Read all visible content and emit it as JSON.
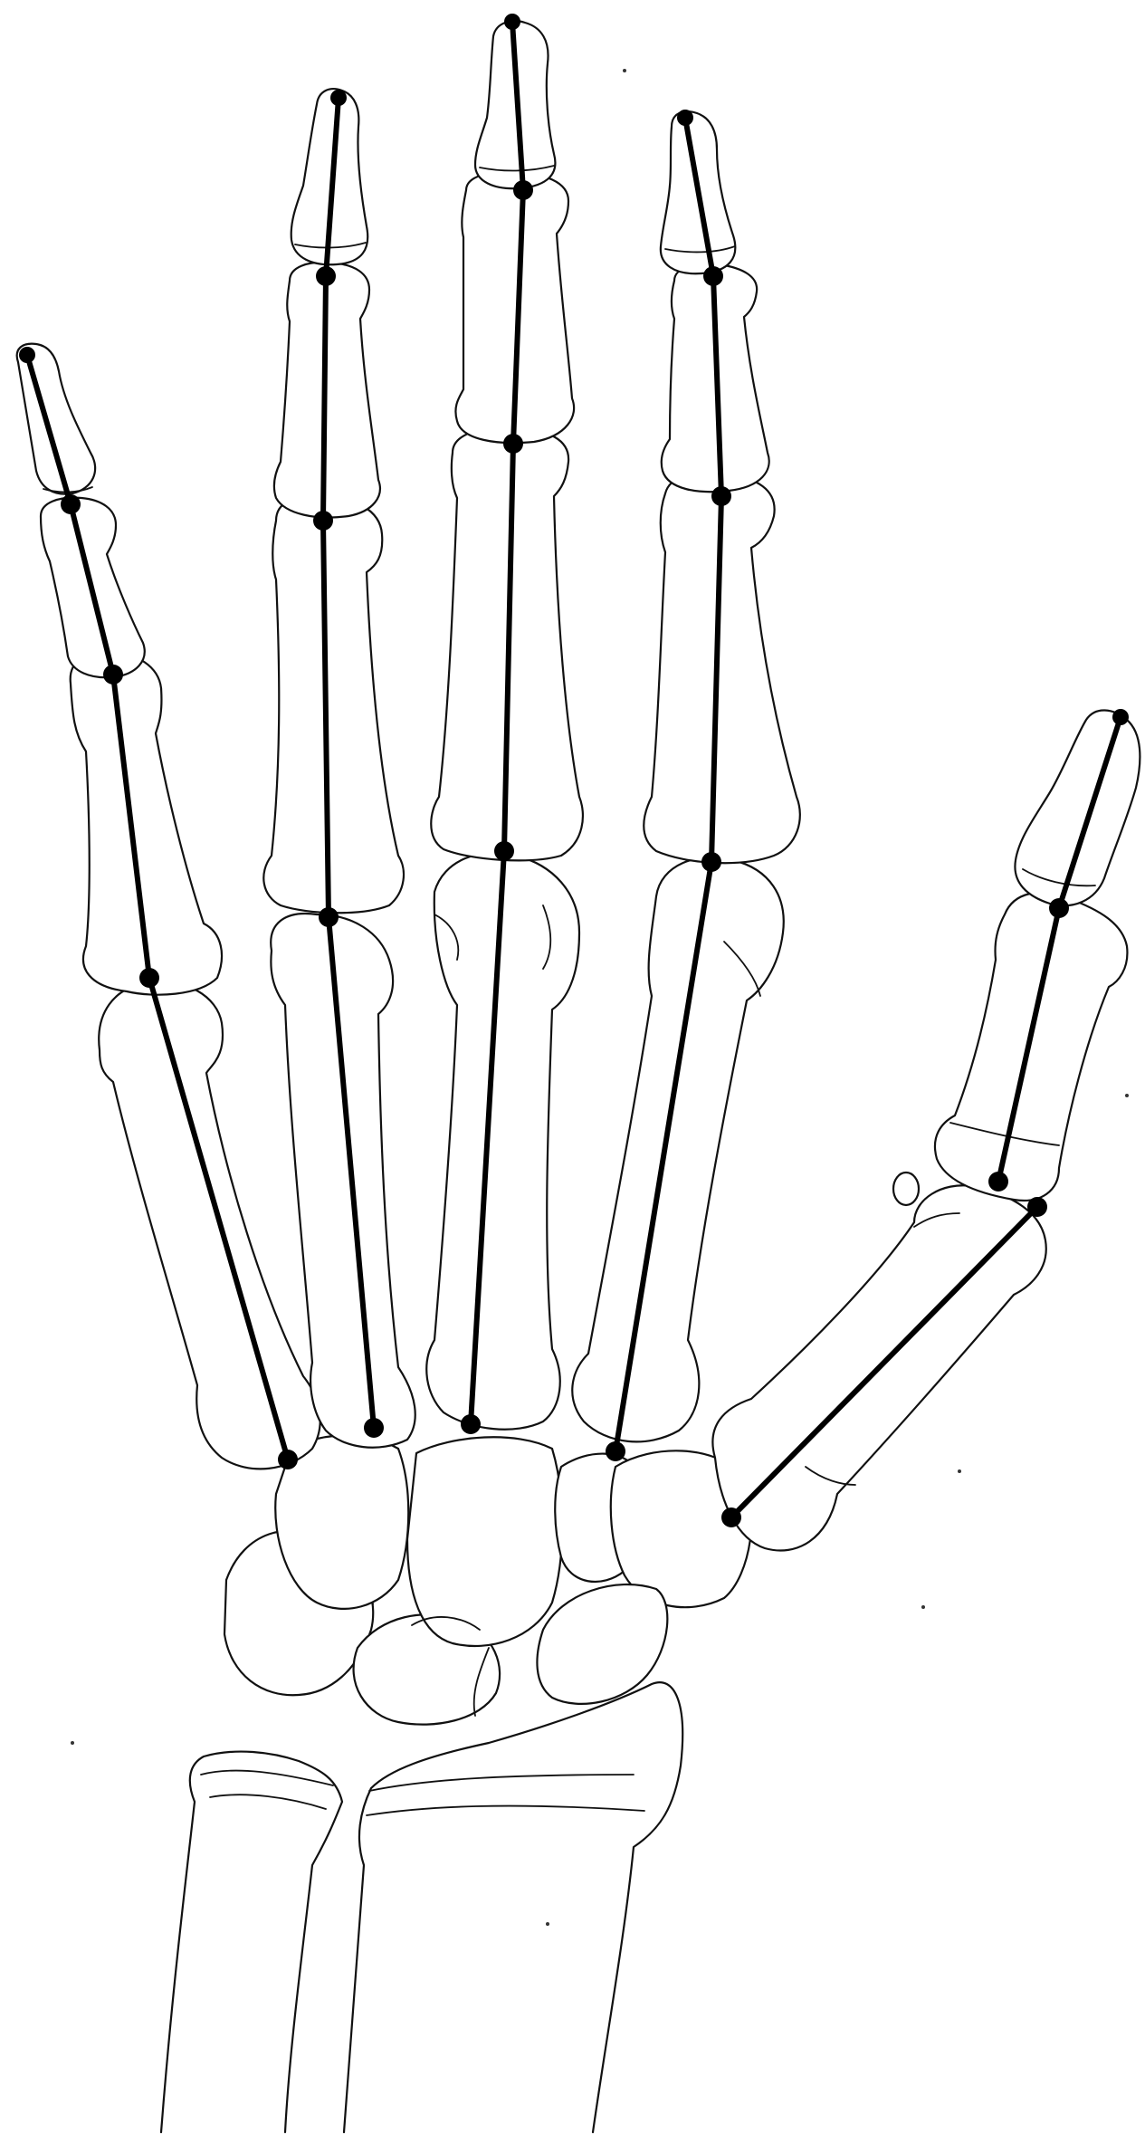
{
  "figure": {
    "description_visible_text": "",
    "line_color": "#111111",
    "axis_color": "#000000",
    "background": "#ffffff"
  },
  "rays": [
    {
      "name": "little-finger",
      "joints": [
        "fingertip",
        "dip",
        "pip",
        "mcp",
        "cmc"
      ]
    },
    {
      "name": "ring-finger",
      "joints": [
        "fingertip",
        "dip",
        "pip",
        "mcp",
        "cmc"
      ]
    },
    {
      "name": "middle-finger",
      "joints": [
        "fingertip",
        "dip",
        "pip",
        "mcp",
        "cmc"
      ]
    },
    {
      "name": "index-finger",
      "joints": [
        "fingertip",
        "dip",
        "pip",
        "mcp",
        "cmc"
      ]
    },
    {
      "name": "thumb",
      "joints": [
        "fingertip",
        "ip",
        "mcp",
        "cmc"
      ]
    }
  ]
}
